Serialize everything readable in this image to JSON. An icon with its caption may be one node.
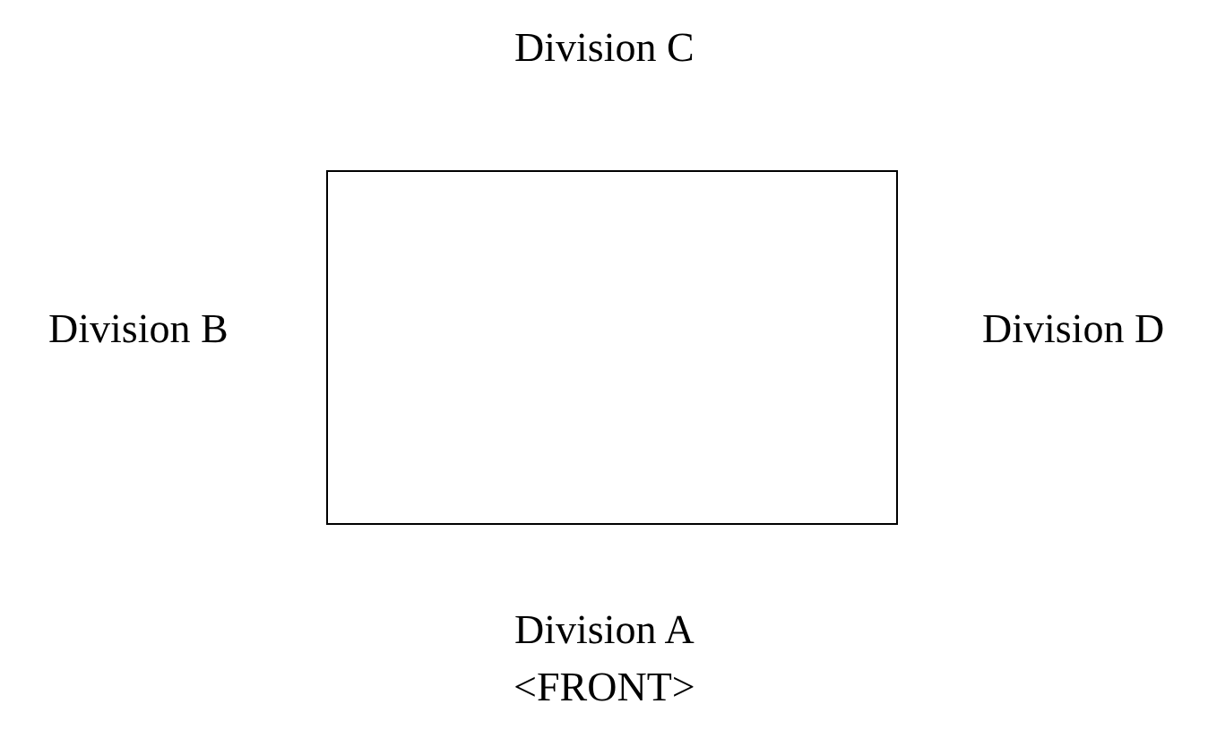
{
  "diagram": {
    "nodes": [
      {
        "text": [],
        "shape": "box"
      }
    ],
    "edges": [],
    "labels": [
      "Division C",
      "Division B",
      "Division D",
      "Division A",
      "<FRONT>"
    ]
  }
}
